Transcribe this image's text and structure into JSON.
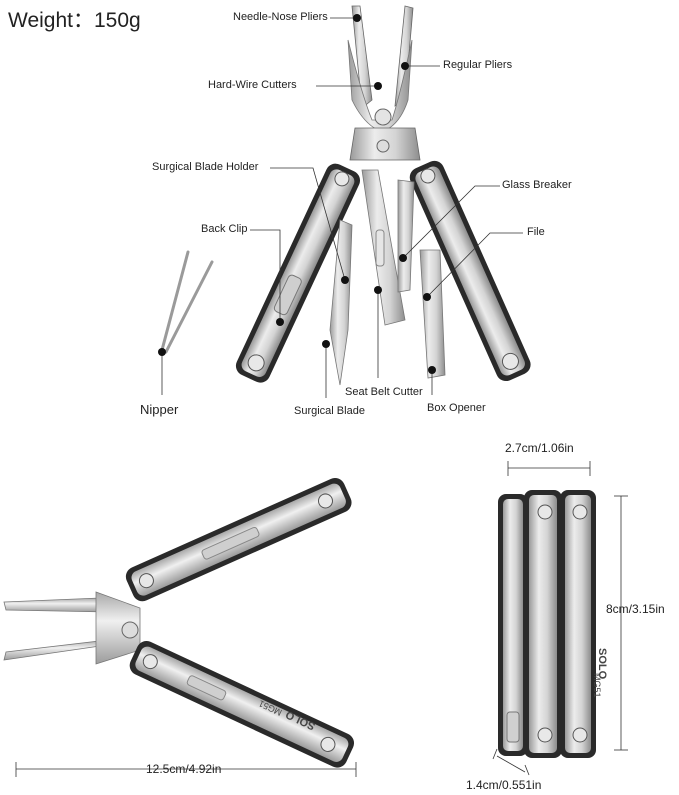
{
  "weight": "Weight：150g",
  "parts": {
    "needle_nose": "Needle-Nose Pliers",
    "regular_pliers": "Regular Pliers",
    "hard_wire": "Hard-Wire Cutters",
    "blade_holder": "Surgical Blade Holder",
    "glass_breaker": "Glass Breaker",
    "back_clip": "Back Clip",
    "file": "File",
    "nipper": "Nipper",
    "seat_belt": "Seat Belt Cutter",
    "box_opener": "Box Opener",
    "surgical_blade": "Surgical Blade"
  },
  "dimensions": {
    "width": "2.7cm/1.06in",
    "height": "8cm/3.15in",
    "length": "12.5cm/4.92in",
    "thickness": "1.4cm/0.551in"
  },
  "brand": {
    "logo": "SOLO",
    "model": "MG51"
  },
  "colors": {
    "steel": "#c9c9c9",
    "frame": "#2a2a2a",
    "text": "#222222",
    "leader": "#333333"
  }
}
